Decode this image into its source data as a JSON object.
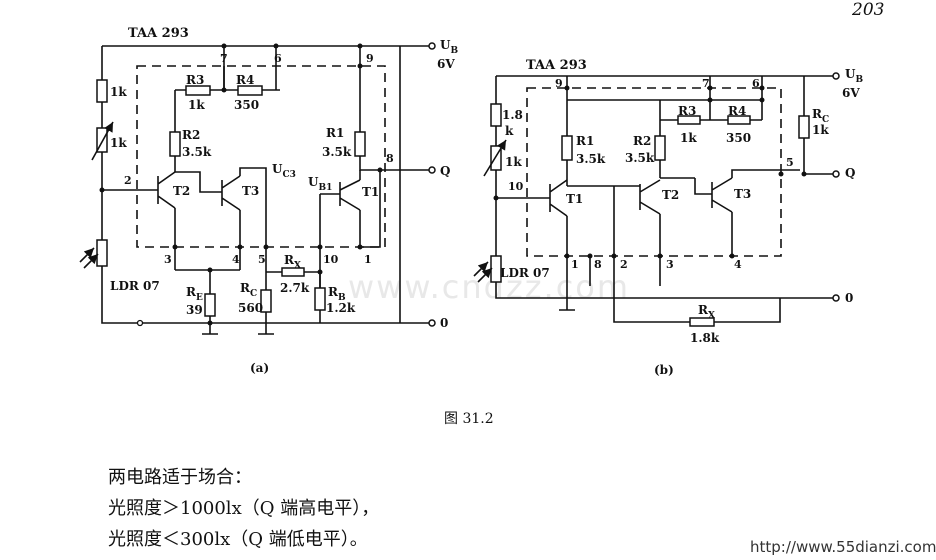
{
  "page_number": "203",
  "figure_caption": "图 31.2",
  "watermark": "www.cndzz.com",
  "site_mark": "http://www.55dianzi.com",
  "circuit_a": {
    "ic_label": "TAA 293",
    "supply_label": "U",
    "supply_sub": "B",
    "supply_value": "6V",
    "output": "Q",
    "ground": "0",
    "caption": "(a)",
    "uc3": "U",
    "uc3_sub": "C3",
    "ub1": "U",
    "ub1_sub": "B1",
    "resistors": {
      "r_top_a": "1k",
      "pot_a": "1k",
      "r3_name": "R3",
      "r3_val": "1k",
      "r4_name": "R4",
      "r4_val": "350",
      "r2_name": "R2",
      "r2_val": "3.5k",
      "r1_name": "R1",
      "r1_val": "3.5k",
      "rx_name": "R",
      "rx_sub": "X",
      "rx_val": "2.7k",
      "rb_name": "R",
      "rb_sub": "B",
      "rb_val": "1.2k",
      "re_name": "R",
      "re_sub": "E",
      "re_val": "39",
      "rc_name": "R",
      "rc_sub": "C",
      "rc_val": "560"
    },
    "transistors": [
      "T2",
      "T3",
      "T1"
    ],
    "ldr": "LDR 07",
    "pins": [
      "7",
      "6",
      "9",
      "2",
      "8",
      "3",
      "4",
      "5",
      "10",
      "1"
    ]
  },
  "circuit_b": {
    "ic_label": "TAA 293",
    "supply_label": "U",
    "supply_sub": "B",
    "supply_value": "6V",
    "output": "Q",
    "ground": "0",
    "caption": "(b)",
    "resistors": {
      "r_top_b_val": "1.8",
      "r_top_b_unit": "k",
      "pot_b": "1k",
      "r1_name": "R1",
      "r1_val": "3.5k",
      "r2_name": "R2",
      "r2_val": "3.5k",
      "r3_name": "R3",
      "r3_val": "1k",
      "r4_name": "R4",
      "r4_val": "350",
      "rc_name": "R",
      "rc_sub": "C",
      "rc_val": "1k",
      "rx_name": "R",
      "rx_sub": "X",
      "rx_val": "1.8k"
    },
    "transistors": [
      "T1",
      "T2",
      "T3"
    ],
    "ldr": "LDR 07",
    "pins": [
      "9",
      "7",
      "6",
      "10",
      "5",
      "1",
      "8",
      "2",
      "3",
      "4"
    ]
  },
  "notes": [
    "两电路适于场合：",
    "光照度＞1000lx（Q 端高电平），",
    "光照度＜300lx（Q 端低电平）。"
  ]
}
